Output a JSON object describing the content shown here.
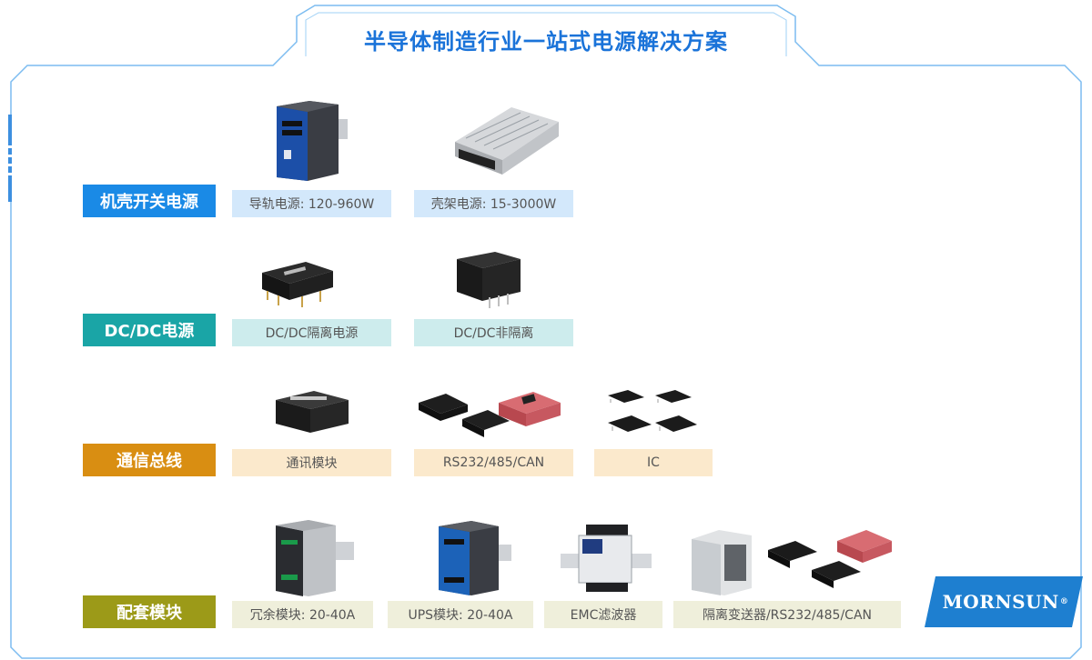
{
  "title": "半导体制造行业一站式电源解决方案",
  "colors": {
    "accent": "#1a73d9",
    "cat_blue": "#1a8ae6",
    "cat_teal": "#1aa5a6",
    "cat_orange": "#d98e12",
    "cat_olive": "#9c9a18",
    "logo": "#1e7fd0"
  },
  "categories": [
    {
      "name": "机壳开关电源",
      "items": [
        "导轨电源: 120-960W",
        "壳架电源: 15-3000W"
      ]
    },
    {
      "name": "DC/DC电源",
      "items": [
        "DC/DC隔离电源",
        "DC/DC非隔离"
      ]
    },
    {
      "name": "通信总线",
      "items": [
        "通讯模块",
        "RS232/485/CAN",
        "IC"
      ]
    },
    {
      "name": "配套模块",
      "items": [
        "冗余模块: 20-40A",
        "UPS模块: 20-40A",
        "EMC滤波器",
        "隔离变送器/RS232/485/CAN"
      ]
    }
  ],
  "logo": {
    "text": "MORNSUN",
    "mark": "®"
  }
}
